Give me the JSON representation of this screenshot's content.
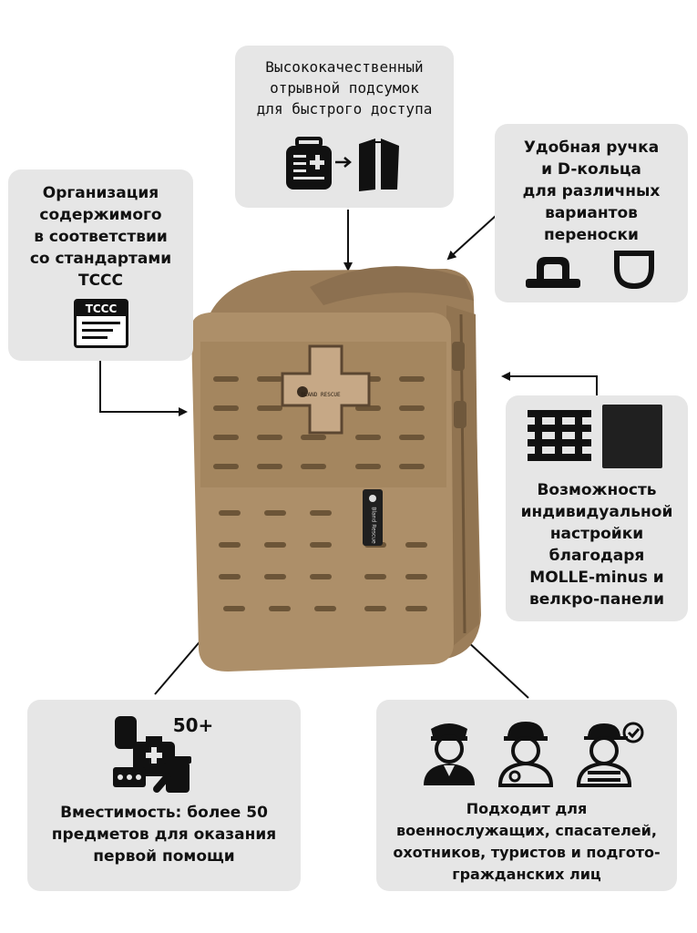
{
  "features": {
    "pouch": {
      "text": "Высококачественный\nотрывной подсумок\nдля быстрого доступа"
    },
    "tccc": {
      "text": "Организация\nсодержимого\nв соответствии\nсо стандартами\nTCCC",
      "badge": "TCCC"
    },
    "handle": {
      "text": "Удобная ручка\nи D-кольца\nдля различных\nвариантов\nпереноски"
    },
    "molle": {
      "text": "Возможность\nиндивидуальной\nнастройки\nблагодаря\nMOLLE-minus и\nвелкро-панели"
    },
    "capacity": {
      "count": "50+",
      "text": "Вместимость: более 50\nпредметов для оказания\nпервой помощи"
    },
    "users": {
      "text": "Подходит для\nвоеннослужащих, спасателей,\nохотников, туристов и подгото-\nгражданских лиц"
    }
  },
  "product": {
    "patch_text": "BLAND RESCUE",
    "label_text": "Bland Rescue",
    "color": "#a88a65"
  }
}
